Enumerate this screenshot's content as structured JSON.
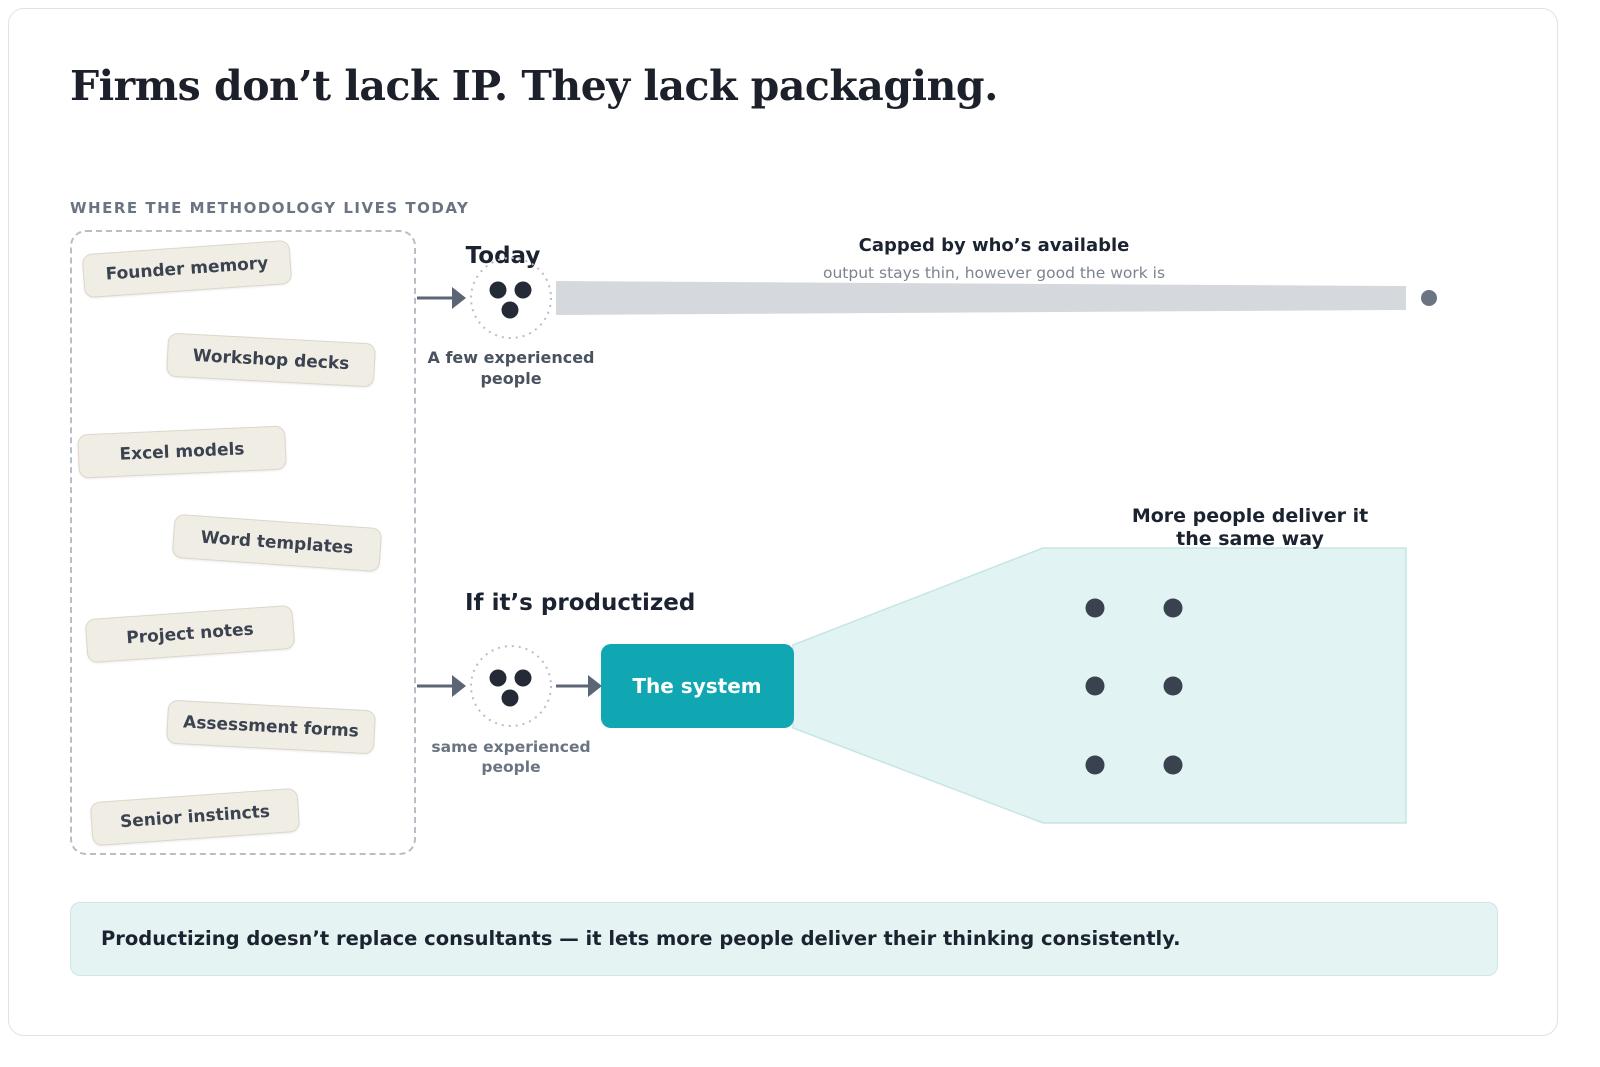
{
  "title": "Firms don’t lack IP. They lack packaging.",
  "section_label": "WHERE THE METHODOLOGY LIVES TODAY",
  "sources": [
    "Founder memory",
    "Workshop decks",
    "Excel models",
    "Word templates",
    "Project notes",
    "Assessment forms",
    "Senior instincts"
  ],
  "today": {
    "heading": "Today",
    "people_label_1": "A few experienced",
    "people_label_2": "people",
    "cap_title": "Capped by who’s available",
    "cap_subtitle": "output stays thin, however good the work is"
  },
  "productized": {
    "heading": "If it’s productized",
    "people_label_1": "same experienced",
    "people_label_2": "people",
    "system_label": "The system",
    "outcome_line_1": "More people deliver it",
    "outcome_line_2": "the same way"
  },
  "footer": "Productizing doesn’t replace consultants — it lets more people deliver their thinking consistently.",
  "colors": {
    "teal": "#10a6b2",
    "teal_light": "#e2f3f3",
    "bar_gray": "#d5d9dd",
    "dot": "#2c3441",
    "chip": "#f0ede4"
  }
}
